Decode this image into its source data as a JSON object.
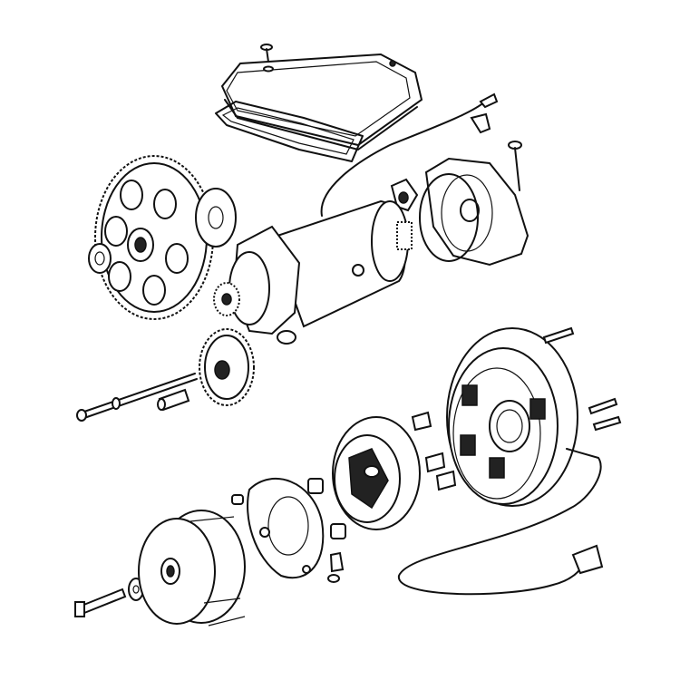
{
  "diagram": {
    "colors": {
      "ink": "#111111",
      "paper": "#ffffff"
    },
    "parts": [
      "cover-plate",
      "cover-gasket",
      "cover-screw",
      "wire-lead",
      "terminal-elbow",
      "long-bolt-top",
      "starter-end-cap",
      "brush-holder",
      "o-ring",
      "large-gear",
      "thrust-washer",
      "starter-motor",
      "spacer-washer",
      "idler-gear",
      "idler-shaft",
      "bushing",
      "through-bolt",
      "rotor",
      "washer",
      "rotor-bolt",
      "gasket-plate",
      "dowel-pins",
      "stator-housing",
      "stator",
      "stator-screws",
      "wire-harness",
      "connector"
    ]
  }
}
